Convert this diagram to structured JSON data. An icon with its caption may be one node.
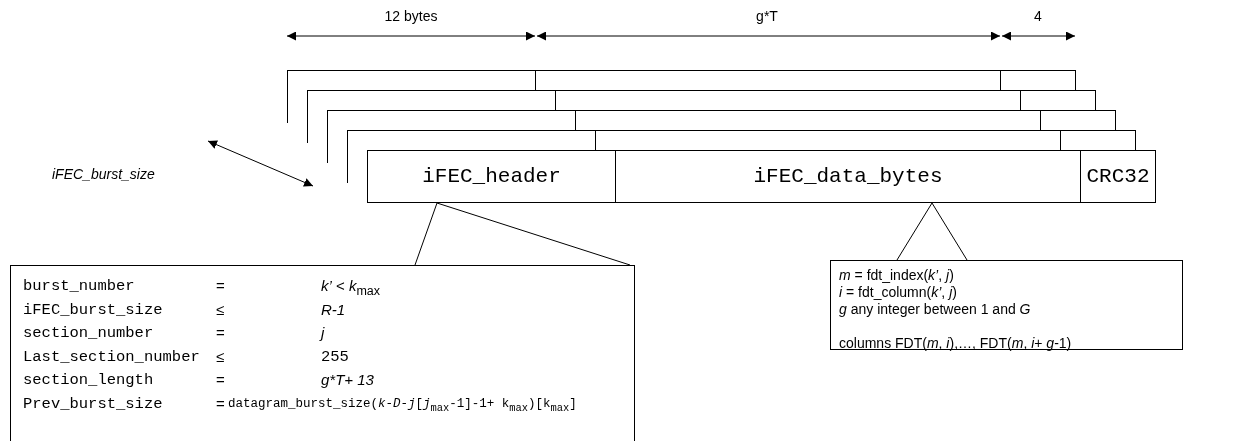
{
  "diagram": {
    "nodes": [
      {
        "text": [],
        "shape": "box"
      },
      {
        "text": [],
        "shape": "box"
      },
      {
        "text": [],
        "shape": "box"
      },
      {
        "text": [],
        "shape": "box"
      },
      {
        "text": [],
        "shape": "box"
      },
      {
        "text": [],
        "shape": "box"
      },
      {
        "text": [],
        "shape": "box"
      },
      {
        "text": [],
        "shape": "box"
      },
      {
        "text": [],
        "shape": "box"
      },
      {
        "text": [],
        "shape": "box"
      },
      {
        "text": [],
        "shape": "box"
      },
      {
        "text": [],
        "shape": "box"
      },
      {
        "text": [
          "iFEC_header"
        ]
      },
      {
        "text": [
          "iFEC_data_bytes"
        ]
      },
      {
        "text": [
          "CRC32"
        ]
      },
      {
        "text": [
          "burst_number",
          "=",
          "*k’* <  *k*$_{max}$",
          "iFEC_burst_size",
          "≤",
          "*R-1*",
          "section_number",
          "=",
          "*j*",
          "Last_section_number",
          "≤",
          "255",
          "section_length",
          "=",
          "g*T+ 13",
          "Prev_burst_size",
          "=",
          "datagram_burst_size(*k-D-j*[*j*$_{max}$-1]-1+ k$_{max}$)[k$_{max}$]"
        ]
      },
      {
        "text": [
          "*m* = fdt_index(*k’*, *j*)",
          "*i* = fdt_column(*k’*, *j*)",
          "*g* any integer between 1 and *G*",
          "columns FDT(*m*, *i*),…, FDT(*m*, *i*+ *g*-1)"
        ]
      }
    ],
    "edges": [
      {
        "from": 15,
        "to": 12,
        "arrow": "none"
      },
      {
        "from": 16,
        "to": 13,
        "arrow": "none"
      }
    ],
    "labels": [
      "12 bytes",
      "g*T",
      "4",
      "iFEC_burst_size"
    ]
  }
}
